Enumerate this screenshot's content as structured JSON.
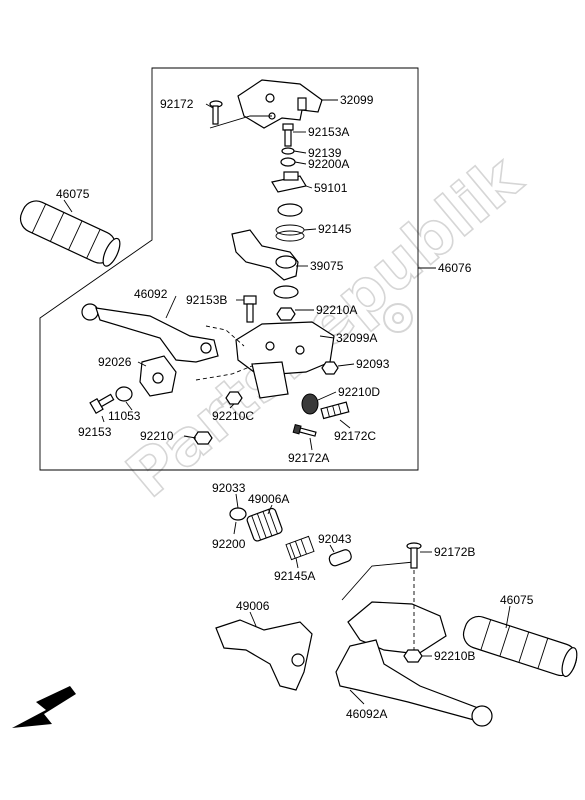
{
  "watermark": "PartsRepublik",
  "labels": {
    "l92172": "92172",
    "l32099": "32099",
    "l92153A": "92153A",
    "l92139": "92139",
    "l92200A": "92200A",
    "l59101": "59101",
    "l46075a": "46075",
    "l92145": "92145",
    "l39075": "39075",
    "l46076": "46076",
    "l46092": "46092",
    "l92153B": "92153B",
    "l92210A": "92210A",
    "l32099A": "32099A",
    "l92093": "92093",
    "l92026": "92026",
    "l92210D": "92210D",
    "l11053": "11053",
    "l92210C": "92210C",
    "l92153": "92153",
    "l92210": "92210",
    "l92172C": "92172C",
    "l92172A": "92172A",
    "l92033": "92033",
    "l49006A": "49006A",
    "l92200": "92200",
    "l92043": "92043",
    "l92145A": "92145A",
    "l92172B": "92172B",
    "l46075b": "46075",
    "l49006": "49006",
    "l92210B": "92210B",
    "l46092A": "46092A"
  }
}
